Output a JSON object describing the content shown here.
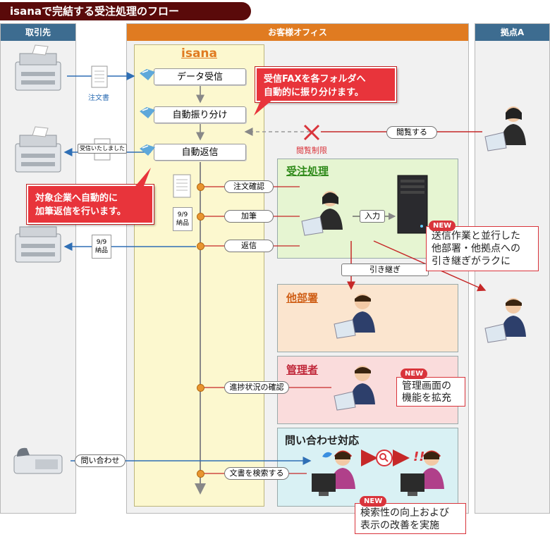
{
  "title": "isanaで完結する受注処理のフロー",
  "lanes": {
    "left": "取引先",
    "center": "お客様オフィス",
    "right": "拠点A"
  },
  "isana": {
    "title": "isana",
    "steps": [
      "データ受信",
      "自動振り分け",
      "自動返信"
    ]
  },
  "callouts": {
    "fax": "受信FAXを各フォルダへ\n自動的に振り分けます。",
    "reply": "対象企業へ自動的に\n加筆返信を行います。"
  },
  "labels": {
    "order_doc": "注文書",
    "received": "受信いたしました",
    "view": "閲覧する",
    "view_limit": "閲覧制限",
    "order_check": "注文確認",
    "addition": "加筆",
    "reply": "返信",
    "input": "入力",
    "handover": "引き継ぎ",
    "progress": "進捗状況の確認",
    "inquiry": "問い合わせ",
    "search": "文書を検索する",
    "delivery": "9/9\n納品"
  },
  "sections": {
    "order": "受注処理",
    "other_dept": "他部署",
    "manager": "管理者",
    "support": "問い合わせ対応"
  },
  "news": {
    "badge": "NEW",
    "handover": "送信作業と並行した\n他部署・他拠点への\n引き継ぎがラクに",
    "manage": "管理画面の\n機能を拡充",
    "search": "検索性の向上および\n表示の改善を実施"
  },
  "colors": {
    "title_bg": "#5a0a0a",
    "lane_head": "#3d6c90",
    "office_head": "#e07b21",
    "isana_bg": "#fcf8cf",
    "callout": "#e8343b",
    "order_bg": "#e6f5d2",
    "dept_bg": "#fbe5cf",
    "manager_bg": "#fadcdc",
    "support_bg": "#d9f1f4",
    "arrow_blue": "#2f6fb5",
    "arrow_red": "#c62828"
  }
}
